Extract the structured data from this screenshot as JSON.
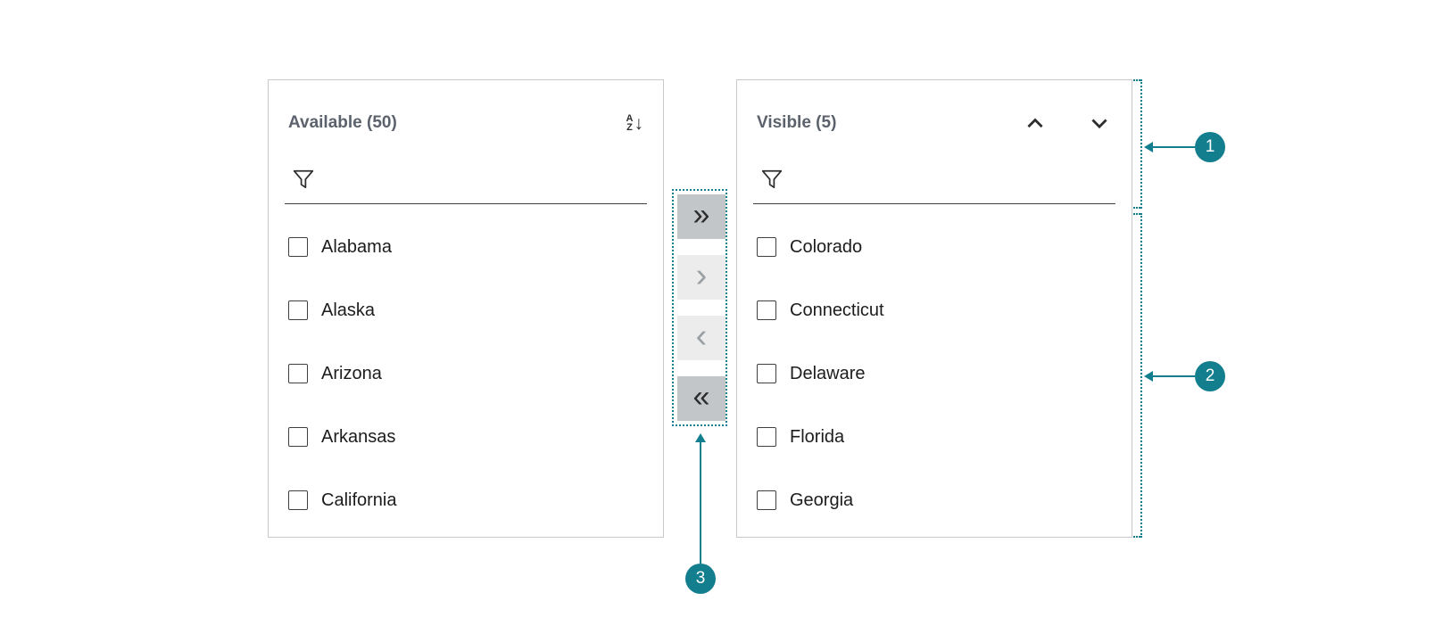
{
  "accent_color": "#127e8e",
  "available_panel": {
    "title": "Available (50)",
    "items": [
      "Alabama",
      "Alaska",
      "Arizona",
      "Arkansas",
      "California"
    ]
  },
  "visible_panel": {
    "title": "Visible (5)",
    "items": [
      "Colorado",
      "Connecticut",
      "Delaware",
      "Florida",
      "Georgia"
    ]
  },
  "filters": {
    "available_value": "",
    "available_placeholder": "",
    "visible_value": "",
    "visible_placeholder": ""
  },
  "icons": {
    "sort_letter_top": "A",
    "sort_letter_bottom": "Z",
    "sort_arrow": "↓"
  },
  "transfer_buttons": [
    {
      "name": "move-all-right",
      "glyph": "»"
    },
    {
      "name": "move-right",
      "glyph": "›"
    },
    {
      "name": "move-left",
      "glyph": "‹"
    },
    {
      "name": "move-all-left",
      "glyph": "«"
    }
  ],
  "annotations": [
    "1",
    "2",
    "3"
  ]
}
